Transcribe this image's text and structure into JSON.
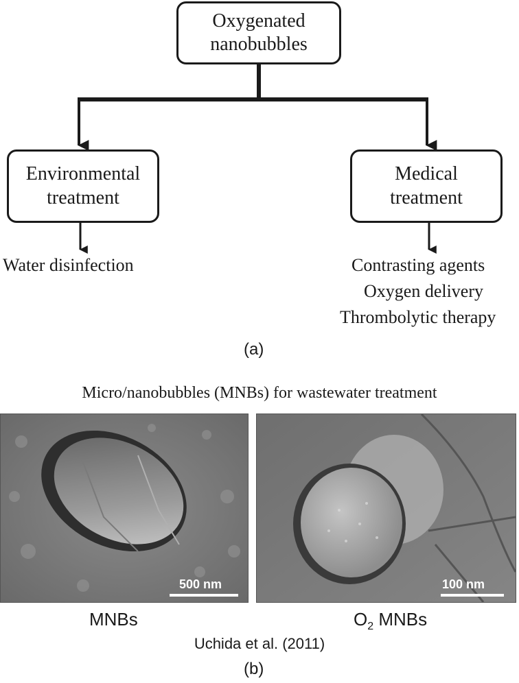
{
  "panel_a": {
    "root_box": {
      "line1": "Oxygenated",
      "line2": "nanobubbles"
    },
    "left_box": {
      "line1": "Environmental",
      "line2": "treatment"
    },
    "right_box": {
      "line1": "Medical",
      "line2": "treatment"
    },
    "left_applications": [
      "Water disinfection"
    ],
    "right_applications": [
      "Contrasting agents",
      "Oxygen delivery",
      "Thrombolytic therapy"
    ],
    "label": "(a)"
  },
  "panel_b": {
    "title": "Micro/nanobubbles (MNBs) for wastewater treatment",
    "left_image": {
      "scale": "500 nm",
      "caption": "MNBs"
    },
    "right_image": {
      "scale": "100 nm",
      "caption_main": "O",
      "caption_sub": "2",
      "caption_rest": " MNBs"
    },
    "citation": "Uchida et al. (2011)",
    "label": "(b)"
  },
  "colors": {
    "line": "#1a1a1a",
    "sem_bg": "#7b7b7b"
  }
}
